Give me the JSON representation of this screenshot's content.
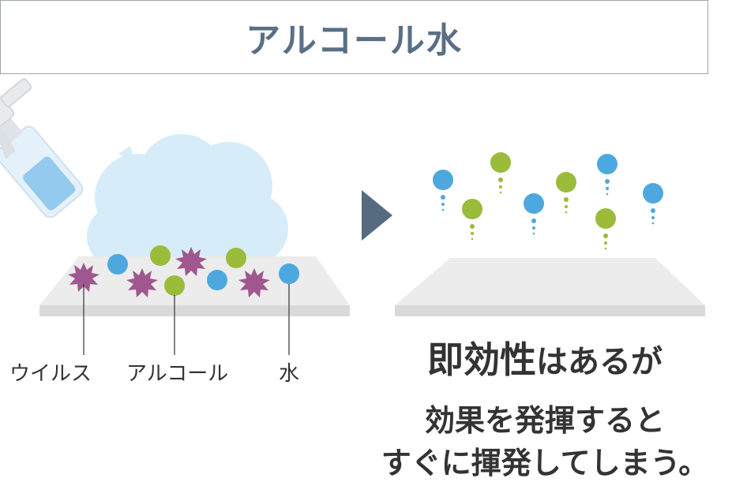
{
  "title": "アルコール水",
  "labels": {
    "virus": "ウイルス",
    "alcohol": "アルコール",
    "water": "水"
  },
  "caption": {
    "highlight": "即効性",
    "line1_rest": "はあるが",
    "line2": "効果を発揮すると",
    "line3": "すぐに揮発してしまう。"
  },
  "colors": {
    "title_text": "#5a6f85",
    "water_drop": "#4ea8e0",
    "alcohol_drop": "#9bbb3b",
    "virus": "#a0578f",
    "surface": "#e3e3e3",
    "arrow": "#566a80",
    "cloud": "#d6ecf8"
  }
}
